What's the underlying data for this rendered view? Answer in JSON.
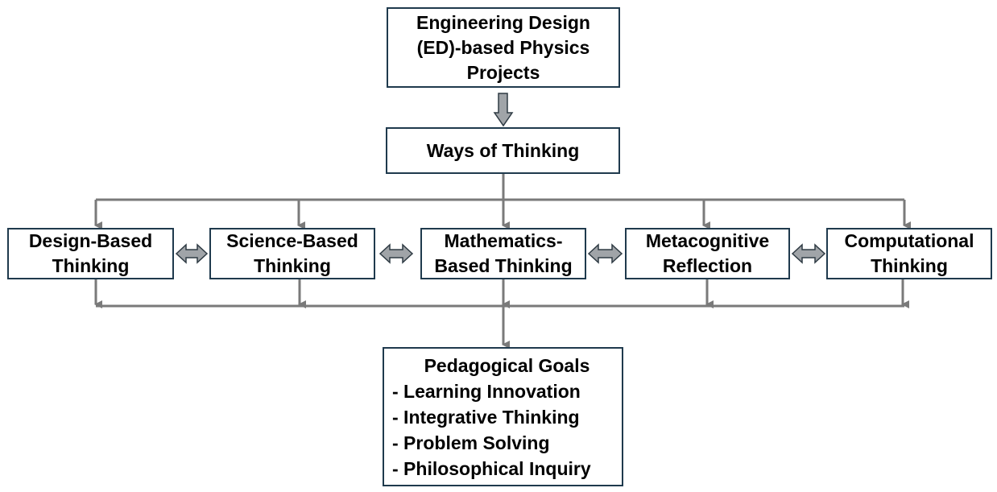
{
  "top_box": {
    "lines": [
      "Engineering Design",
      "(ED)-based Physics",
      "Projects"
    ]
  },
  "ways_box": {
    "label": "Ways of Thinking"
  },
  "thinking_boxes": [
    {
      "lines": [
        "Design-Based",
        "Thinking"
      ]
    },
    {
      "lines": [
        "Science-Based",
        "Thinking"
      ]
    },
    {
      "lines": [
        "Mathematics-",
        "Based Thinking"
      ]
    },
    {
      "lines": [
        "Metacognitive",
        "Reflection"
      ]
    },
    {
      "lines": [
        "Computational",
        "Thinking"
      ]
    }
  ],
  "goals_box": {
    "title": "Pedagogical Goals",
    "items": [
      "- Learning Innovation",
      "- Integrative Thinking",
      "- Problem Solving",
      "- Philosophical Inquiry"
    ]
  },
  "colors": {
    "connector": "#7a7a7a",
    "box_border": "#1f3a4d",
    "arrow_fill": "#a0a4a8",
    "arrow_outline": "#2f3b44"
  }
}
